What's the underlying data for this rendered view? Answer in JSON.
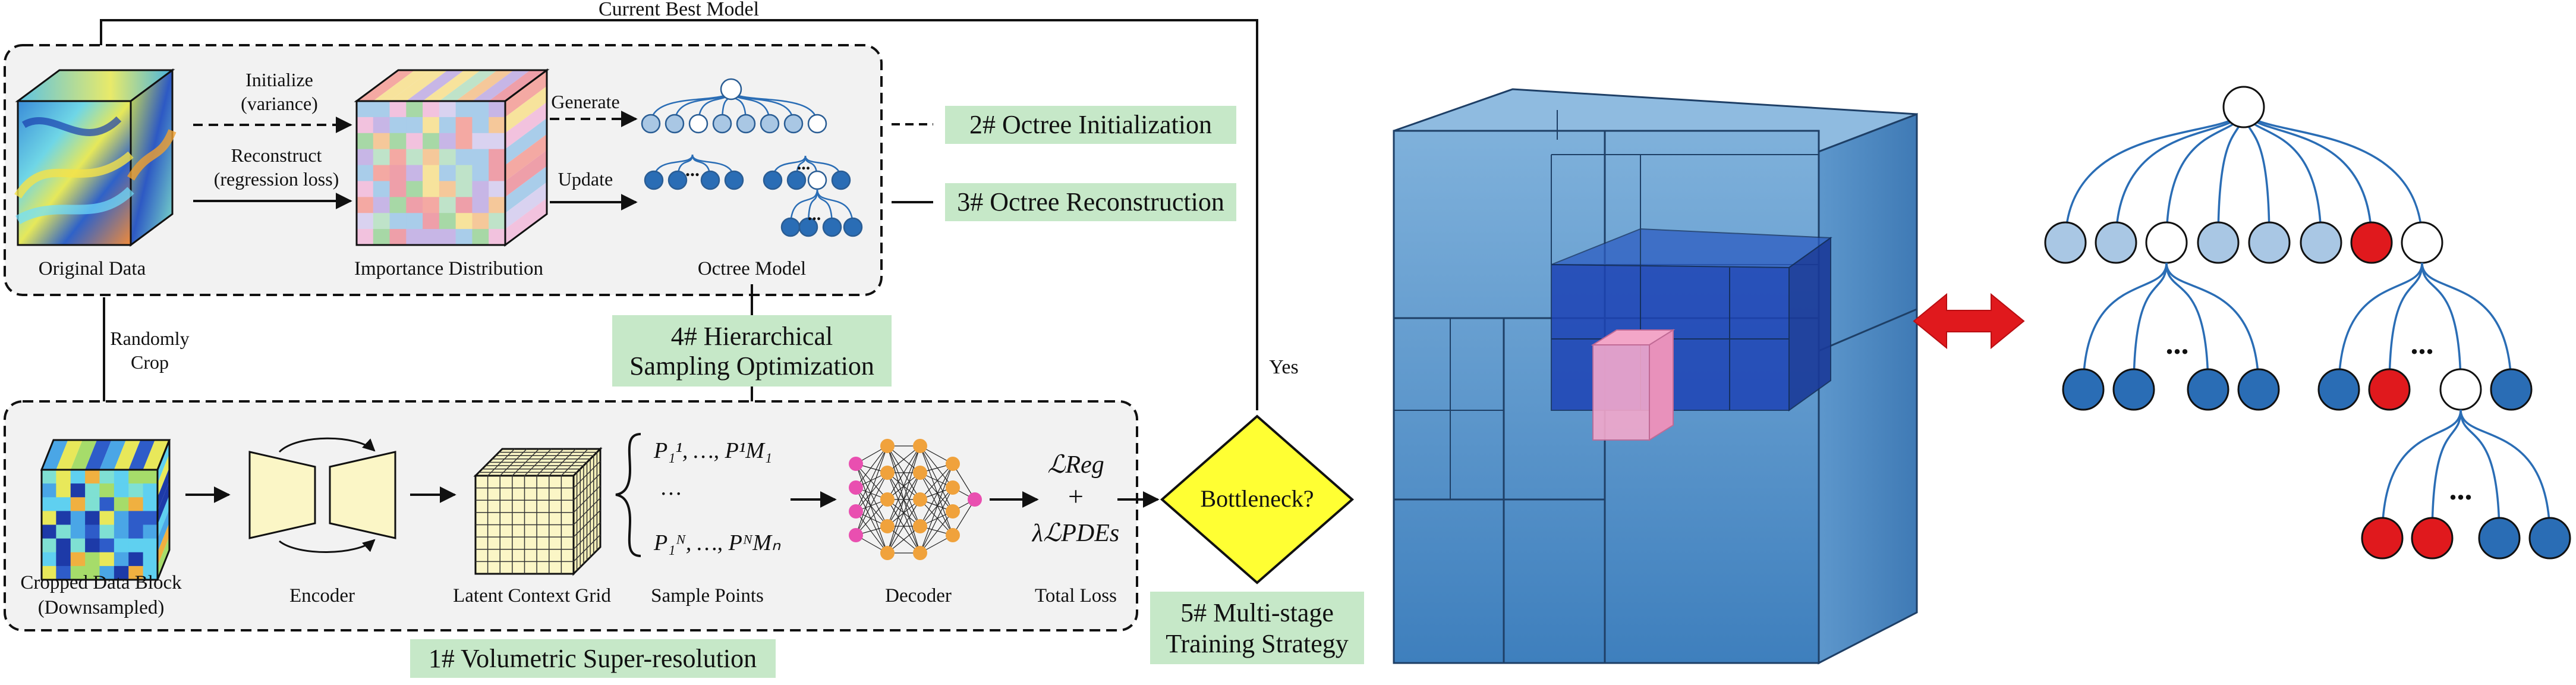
{
  "top_feedback_label": "Current Best Model",
  "top_panel": {
    "original_data": "Original Data",
    "initialize_line1": "Initialize",
    "initialize_line2": "(variance)",
    "reconstruct_line1": "Reconstruct",
    "reconstruct_line2": "(regression loss)",
    "importance_distribution": "Importance Distribution",
    "generate": "Generate",
    "update": "Update",
    "octree_model": "Octree Model",
    "ellipsis": "..."
  },
  "stage_labels": {
    "s2": "2# Octree Initialization",
    "s3": "3# Octree Reconstruction",
    "s4_line1": "4# Hierarchical",
    "s4_line2": "Sampling Optimization",
    "s1": "1# Volumetric Super-resolution",
    "s5_line1": "5# Multi-stage",
    "s5_line2": "Training Strategy"
  },
  "randomly_crop_line1": "Randomly",
  "randomly_crop_line2": "Crop",
  "yes_label": "Yes",
  "bottom_panel": {
    "cropped_line1": "Cropped Data Block",
    "cropped_line2": "(Downsampled)",
    "encoder": "Encoder",
    "latent_grid": "Latent Context Grid",
    "sample_points": "Sample Points",
    "decoder": "Decoder",
    "total_loss": "Total Loss",
    "sample_row1": "P₁¹, …, P¹M₁",
    "sample_dots": "…",
    "sample_row3": "P₁ᴺ, …, PᴺMₙ",
    "loss_reg": "ℒReg",
    "loss_plus": "+",
    "loss_pde": "λℒPDEs"
  },
  "bottleneck": "Bottleneck?",
  "right_tree_ellipsis": "...",
  "colors": {
    "light_blue_node": "#a9c7e4",
    "dark_blue_node": "#2a6db5",
    "red_node": "#e0191d",
    "white_node": "#ffffff",
    "green_label_bg": "#c6e8c8",
    "bottleneck_fill": "#ffff33",
    "arrow_red": "#e0191d",
    "cube_blue": "#5b93c8"
  }
}
